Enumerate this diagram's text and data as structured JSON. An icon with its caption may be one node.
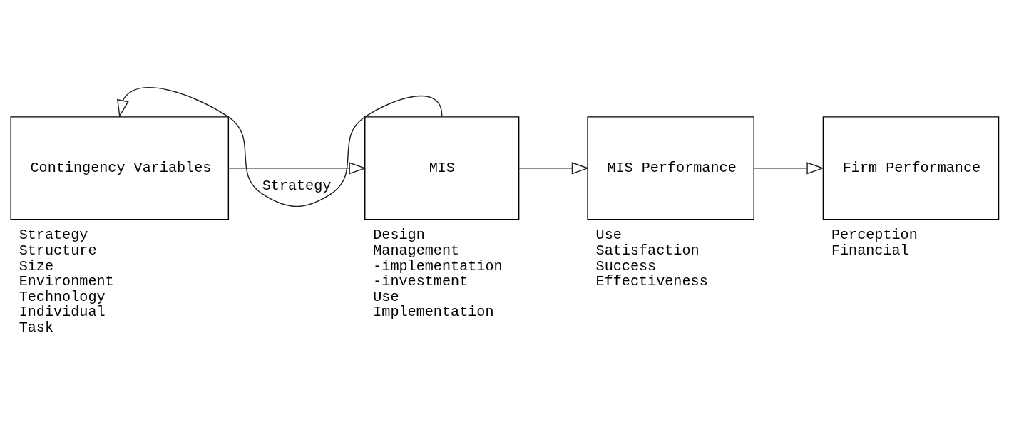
{
  "diagram": {
    "nodes": [
      {
        "text": [
          "Contingency Variables"
        ],
        "beside": [
          "Strategy",
          "Structure",
          "Size",
          "Environment",
          "Technology",
          "Individual",
          "Task"
        ]
      },
      {
        "text": [
          "MIS"
        ],
        "beside": [
          "Design",
          "Management",
          "-implementation",
          "-investment",
          "Use",
          "Implementation"
        ]
      },
      {
        "text": [
          "MIS Performance"
        ],
        "beside": [
          "Use",
          "Satisfaction",
          "Success",
          "Effectiveness"
        ]
      },
      {
        "text": [
          "Firm Performance"
        ],
        "beside": [
          "Perception",
          "Financial"
        ]
      }
    ],
    "edges": [
      {
        "from": 0,
        "to": 1,
        "arrow": "to"
      },
      {
        "from": 1,
        "to": 2,
        "arrow": "to"
      },
      {
        "from": 2,
        "to": 3,
        "arrow": "to"
      },
      {
        "from": 1,
        "to": 0,
        "arrow": "to",
        "label": "Strategy"
      }
    ]
  }
}
